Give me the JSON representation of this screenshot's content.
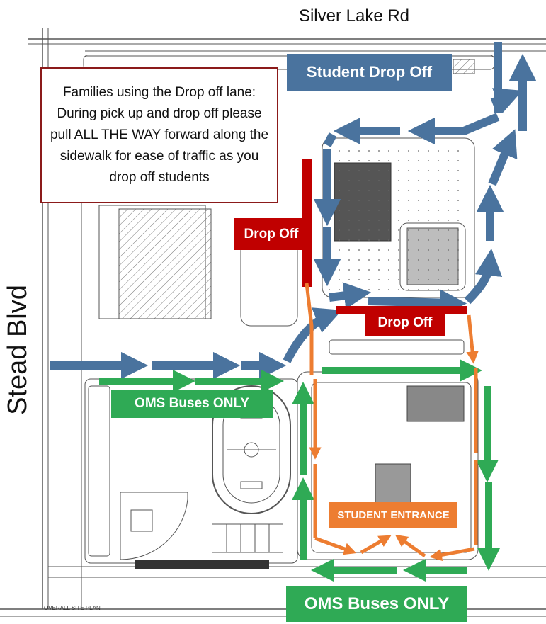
{
  "roads": {
    "top": "Silver Lake Rd",
    "left": "Stead Blvd"
  },
  "notice": {
    "text": "Families using the Drop off lane: During pick up and drop off please pull ALL THE WAY  forward along the sidewalk for ease of traffic as you drop off students"
  },
  "labels": {
    "student_drop_off": "Student Drop Off",
    "drop_off_1": "Drop Off",
    "drop_off_2": "Drop Off",
    "oms_buses_1": "OMS Buses ONLY",
    "oms_buses_2": "OMS Buses ONLY",
    "student_entrance": "STUDENT ENTRANCE"
  },
  "plan_text": {
    "overall": "OVERALL SITE PLAN"
  },
  "colors": {
    "car_route": "#4a739e",
    "drop_off_zone": "#c00000",
    "bus_route": "#2faa55",
    "walk_route": "#ed7d31",
    "linework": "#555555"
  }
}
